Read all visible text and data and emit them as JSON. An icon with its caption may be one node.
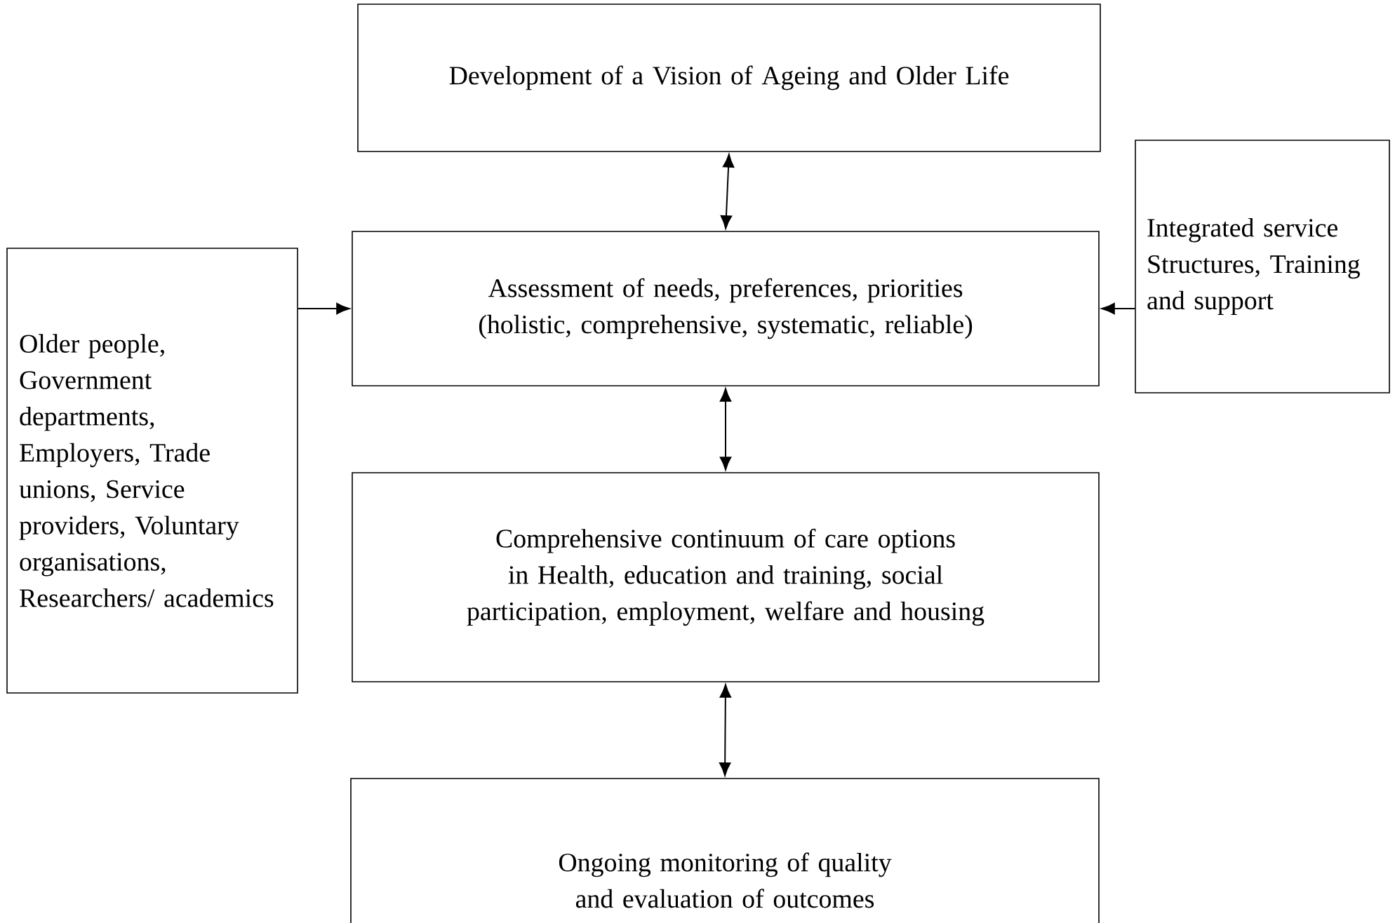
{
  "diagram": {
    "nodes": [
      {
        "text": [
          "Development of a Vision of Ageing and Older Life"
        ]
      },
      {
        "text": [
          "Older people, Government departments, Employers, Trade unions, Service providers, Voluntary organisations, Researchers/ academics"
        ]
      },
      {
        "text": [
          "Assessment of needs, preferences, priorities (holistic, comprehensive, systematic, reliable)"
        ]
      },
      {
        "text": [
          "Integrated service Structures, Training and support"
        ]
      },
      {
        "text": [
          "Comprehensive continuum of care options in Health, education and training, social participation, employment, welfare and housing"
        ]
      },
      {
        "text": [
          "Ongoing monitoring of quality and evaluation of outcomes"
        ]
      }
    ],
    "edges": [
      {
        "from": 0,
        "to": 2,
        "arrow": "both"
      },
      {
        "from": 1,
        "to": 2,
        "arrow": "to"
      },
      {
        "from": 3,
        "to": 2,
        "arrow": "to"
      },
      {
        "from": 2,
        "to": 4,
        "arrow": "both"
      },
      {
        "from": 4,
        "to": 5,
        "arrow": "both"
      }
    ]
  }
}
